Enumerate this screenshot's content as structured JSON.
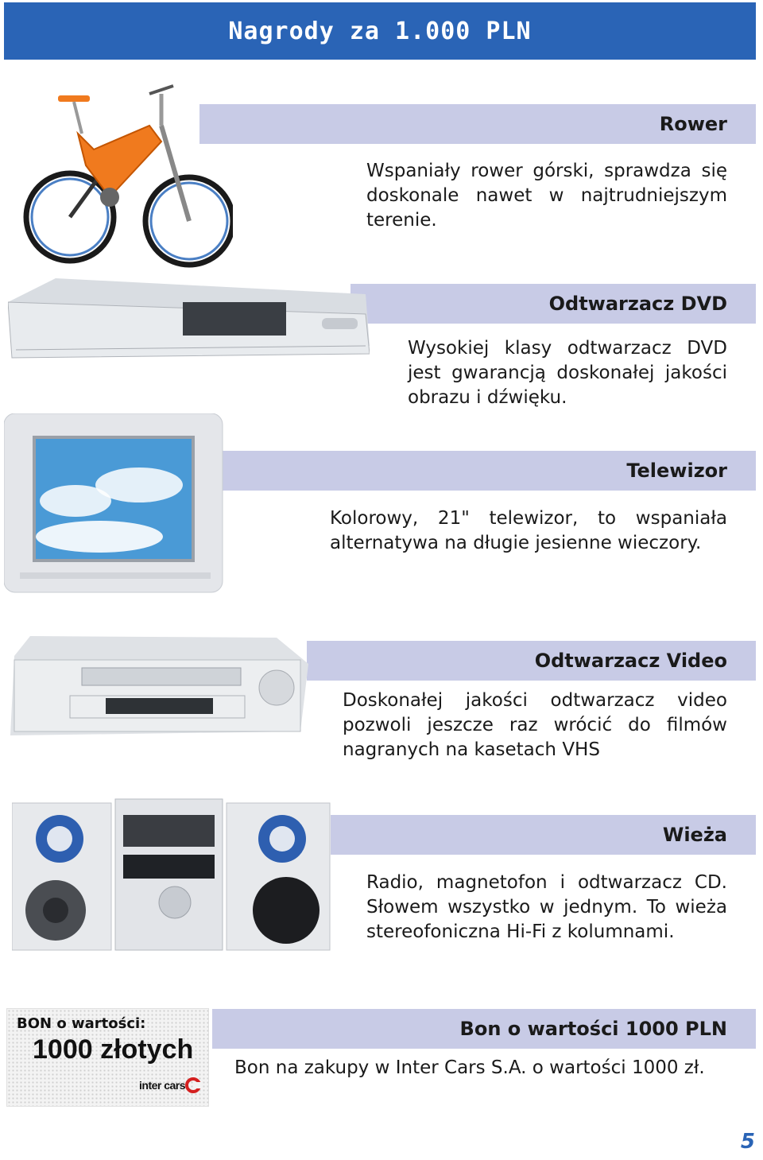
{
  "header": {
    "title": "Nagrody za 1.000 PLN"
  },
  "items": [
    {
      "title": "Rower",
      "description": "Wspaniały rower górski, sprawdza się doskonale nawet w najtrudniejszym terenie."
    },
    {
      "title": "Odtwarzacz DVD",
      "description": "Wysokiej klasy odtwarzacz DVD jest gwarancją doskonałej jakości obrazu i dźwięku."
    },
    {
      "title": "Telewizor",
      "description": "Kolorowy, 21\" telewizor, to wspaniała alternatywa na długie jesienne wieczory."
    },
    {
      "title": "Odtwarzacz Video",
      "description": "Doskonałej jakości odtwarzacz video pozwoli jeszcze raz wrócić do filmów nagranych na kasetach VHS"
    },
    {
      "title": "Wieża",
      "description": "Radio, magnetofon i odtwarzacz CD. Słowem wszystko w jednym. To wieża stereofoniczna Hi-Fi z kolumnami."
    },
    {
      "title": "Bon o wartości 1000 PLN",
      "description": "Bon na zakupy w Inter Cars S.A. o wartości 1000 zł."
    }
  ],
  "voucher": {
    "line1": "BON o wartości:",
    "line2": "1000 złotych",
    "brand": "inter cars"
  },
  "page_number": "5",
  "colors": {
    "header": "#2a64b6",
    "band": "#c8cbe6"
  }
}
